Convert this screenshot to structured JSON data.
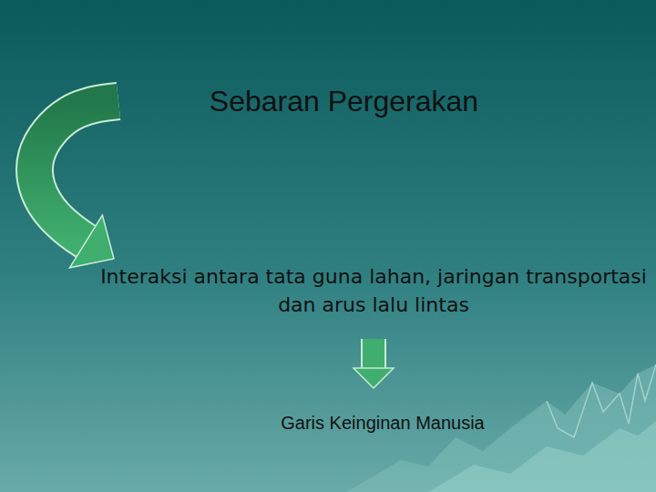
{
  "diagram": {
    "nodes": [
      {
        "text": [
          "Sebaran Pergerakan"
        ]
      },
      {
        "text": [
          "Interaksi antara tata guna lahan, jaringan transportasi dan arus lalu lintas"
        ]
      },
      {
        "text": [
          "Garis Keinginan Manusia"
        ]
      }
    ],
    "edges": [
      {
        "from": 0,
        "to": 1,
        "arrow": "to"
      },
      {
        "from": 1,
        "to": 2,
        "arrow": "to"
      }
    ]
  }
}
